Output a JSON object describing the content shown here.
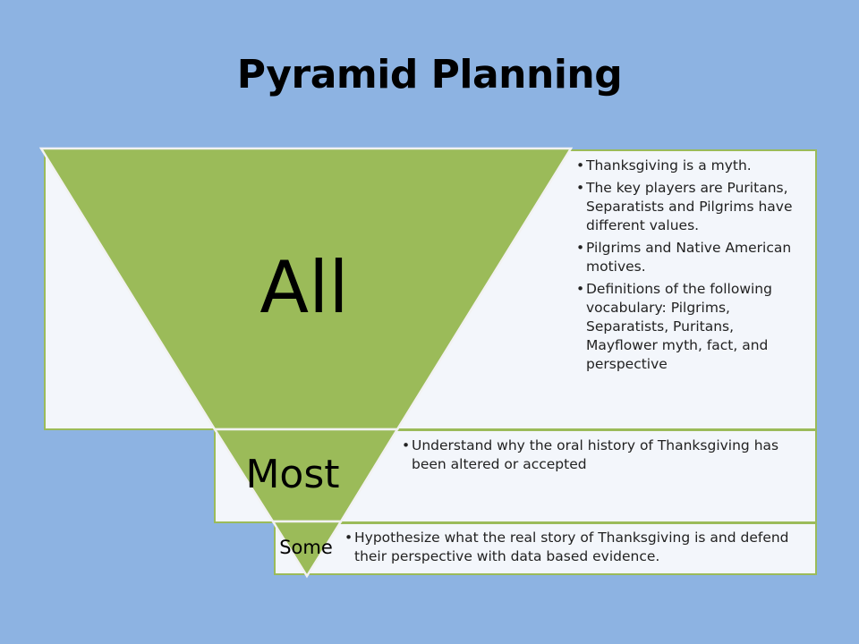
{
  "title": "Pyramid Planning",
  "colors": {
    "background": "#8db3e2",
    "pyramid_fill": "#9bbb59",
    "pyramid_stroke": "#f2f2f2",
    "box_fill": "#f3f6fb",
    "box_stroke": "#9bbb59"
  },
  "levels": [
    {
      "label": "All",
      "bullets": [
        "Thanksgiving is a myth.",
        " The key players are Puritans, Separatists and Pilgrims have different values.",
        "Pilgrims and Native American motives.",
        "Definitions of the following vocabulary: Pilgrims, Separatists, Puritans, Mayflower myth, fact, and perspective"
      ]
    },
    {
      "label": "Most",
      "bullets": [
        "Understand why the oral history of Thanksgiving has been altered or accepted"
      ]
    },
    {
      "label": "Some",
      "bullets": [
        "Hypothesize what the real story of Thanksgiving is and defend their perspective with data based evidence."
      ]
    }
  ]
}
